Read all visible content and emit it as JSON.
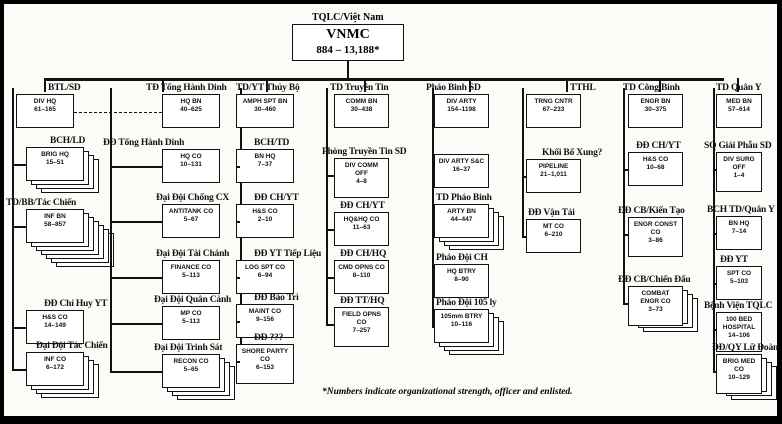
{
  "chart_data": {
    "type": "org-chart",
    "title": "VNMC",
    "root": {
      "label_vn": "TQLC/Việt Nam",
      "unit": "VNMC",
      "strength": "884 – 13,188*"
    },
    "footnote": "*Numbers indicate organizational strength, officer and enlisted.",
    "columns": [
      {
        "id": "div-hq",
        "units": [
          {
            "label_vn": "BTL/SD",
            "unit": [
              "DIV HQ"
            ],
            "strength": "61–165"
          },
          {
            "label_vn": "BCH/LD",
            "unit": [
              "BRIG HQ"
            ],
            "strength": "15–51",
            "stacked": true
          },
          {
            "label_vn": "TD/BB/Tác Chiến",
            "unit": [
              "INF BN"
            ],
            "strength": "58–857",
            "stacked": true
          },
          {
            "label_vn": "ĐĐ Chỉ Huy YT",
            "unit": [
              "H&S CO"
            ],
            "strength": "14–149"
          },
          {
            "label_vn": "Đại Đội Tác Chiến",
            "unit": [
              "INF CO"
            ],
            "strength": "6–172",
            "stacked": true
          }
        ]
      },
      {
        "id": "hq-bn",
        "units": [
          {
            "label_vn": "TĐ Tổng Hành Dinh",
            "unit": [
              "HQ BN"
            ],
            "strength": "40–625"
          },
          {
            "label_vn": "ĐĐ Tổng Hành Dinh",
            "unit": [
              "HQ CO"
            ],
            "strength": "10–131"
          },
          {
            "label_vn": "Đại Đội Chống CX",
            "unit": [
              "ANTITANK CO"
            ],
            "strength": "5–67"
          },
          {
            "label_vn": "Đại Đội Tài Chánh",
            "unit": [
              "FINANCE CO"
            ],
            "strength": "5–113"
          },
          {
            "label_vn": "Đại Đội Quân Cảnh",
            "unit": [
              "MP CO"
            ],
            "strength": "5–113"
          },
          {
            "label_vn": "Đại Đội Trinh Sát",
            "unit": [
              "RECON CO"
            ],
            "strength": "5–65",
            "stacked": true
          }
        ]
      },
      {
        "id": "amph-spt-bn",
        "units": [
          {
            "label_vn": "TD/YT Thủy Bộ",
            "unit": [
              "AMPH SPT BN"
            ],
            "strength": "30–460"
          },
          {
            "label_vn": "BCH/TD",
            "unit": [
              "BN HQ"
            ],
            "strength": "7–37"
          },
          {
            "label_vn": "ĐĐ CH/YT",
            "unit": [
              "H&S CO"
            ],
            "strength": "2–10"
          },
          {
            "label_vn": "ĐĐ YT Tiếp Liệu",
            "unit": [
              "LOG SPT CO"
            ],
            "strength": "6–94"
          },
          {
            "label_vn": "ĐĐ Bảo Trì",
            "unit": [
              "MAINT CO"
            ],
            "strength": "9–156"
          },
          {
            "label_vn": "ĐĐ ???",
            "unit": [
              "SHORE PARTY",
              "CO"
            ],
            "strength": "6–153"
          }
        ]
      },
      {
        "id": "comm-bn",
        "units": [
          {
            "label_vn": "TD Truyền Tin",
            "unit": [
              "COMM BN"
            ],
            "strength": "30–438"
          },
          {
            "label_vn": "Phòng Truyền Tin SD",
            "unit": [
              "DIV COMM",
              "OFF"
            ],
            "strength": "4–8"
          },
          {
            "label_vn": "ĐĐ CH/YT",
            "unit": [
              "HQ&HQ CO"
            ],
            "strength": "11–63"
          },
          {
            "label_vn": "ĐĐ CH/HQ",
            "unit": [
              "CMD OPNS CO"
            ],
            "strength": "8–110"
          },
          {
            "label_vn": "ĐĐ TT/HQ",
            "unit": [
              "FIELD OPNS",
              "CO"
            ],
            "strength": "7–257"
          }
        ]
      },
      {
        "id": "div-arty",
        "units": [
          {
            "label_vn": "Pháo Binh SD",
            "unit": [
              "DIV ARTY"
            ],
            "strength": "154–1198"
          },
          {
            "label_vn": "",
            "unit": [
              "DIV ARTY S&C"
            ],
            "strength": "16–37"
          },
          {
            "label_vn": "TD Pháo Binh",
            "unit": [
              "ARTY BN"
            ],
            "strength": "44–447",
            "stacked": true
          },
          {
            "label_vn": "Pháo Đội CH",
            "unit": [
              "HQ BTRY"
            ],
            "strength": "8–90"
          },
          {
            "label_vn": "Pháo Đội 105 ly",
            "unit": [
              "105mm BTRY"
            ],
            "strength": "10–116",
            "stacked": true
          }
        ]
      },
      {
        "id": "trng-cntr",
        "units": [
          {
            "label_vn": "TTHL",
            "unit": [
              "TRNG CNTR"
            ],
            "strength": "67–233"
          },
          {
            "label_vn": "Khối Bổ Xung?",
            "unit": [
              "PIPELINE"
            ],
            "strength": "21–1,011"
          },
          {
            "label_vn": "ĐĐ Vận Tải",
            "unit": [
              "MT CO"
            ],
            "strength": "6–210"
          }
        ]
      },
      {
        "id": "engr-bn",
        "units": [
          {
            "label_vn": "TD Công Binh",
            "unit": [
              "ENGR BN"
            ],
            "strength": "30–375"
          },
          {
            "label_vn": "ĐĐ CH/YT",
            "unit": [
              "H&S CO"
            ],
            "strength": "10–68"
          },
          {
            "label_vn": "ĐĐ CB/Kiến Tạo",
            "unit": [
              "ENGR CONST",
              "CO"
            ],
            "strength": "3–86"
          },
          {
            "label_vn": "ĐĐ CB/Chiến Đấu",
            "unit": [
              "COMBAT",
              "ENGR CO"
            ],
            "strength": "3–73",
            "stacked": true
          }
        ]
      },
      {
        "id": "med-bn",
        "units": [
          {
            "label_vn": "TD Quân Y",
            "unit": [
              "MED BN"
            ],
            "strength": "57–614"
          },
          {
            "label_vn": "SQ Giải Phẫu SD",
            "unit": [
              "DIV SURG",
              "OFF"
            ],
            "strength": "1–4"
          },
          {
            "label_vn": "BCH TD/Quân Y",
            "unit": [
              "BN HQ"
            ],
            "strength": "7–14"
          },
          {
            "label_vn": "ĐĐ YT",
            "unit": [
              "SPT CO"
            ],
            "strength": "5–103"
          },
          {
            "label_vn": "Bệnh Viện TQLC",
            "unit": [
              "100 BED",
              "HOSPITAL"
            ],
            "strength": "14–106"
          },
          {
            "label_vn": "ĐĐ/QY Lữ Đoàn",
            "unit": [
              "BRIG MED",
              "CO"
            ],
            "strength": "10–129",
            "stacked": true
          }
        ]
      }
    ]
  }
}
